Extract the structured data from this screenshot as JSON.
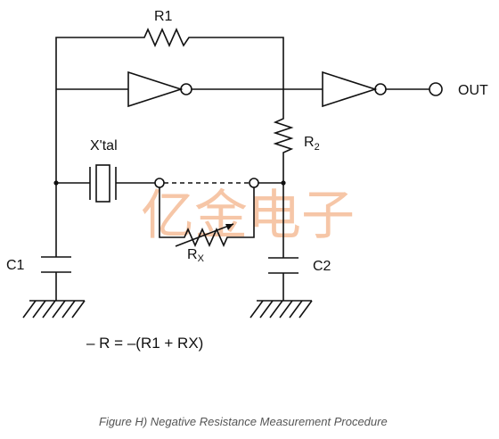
{
  "labels": {
    "r1": "R1",
    "r2_main": "R",
    "r2_sub": "2",
    "xtal": "X'tal",
    "out": "OUT",
    "c1": "C1",
    "c2": "C2",
    "rx_main": "R",
    "rx_sub": "X"
  },
  "formula": "– R = –(R1 + RX)",
  "caption": "Figure H) Negative Resistance Measurement Procedure",
  "watermark": "亿金电子",
  "colors": {
    "wire": "#111111",
    "watermark": "#f3b48a",
    "caption": "#555555"
  }
}
